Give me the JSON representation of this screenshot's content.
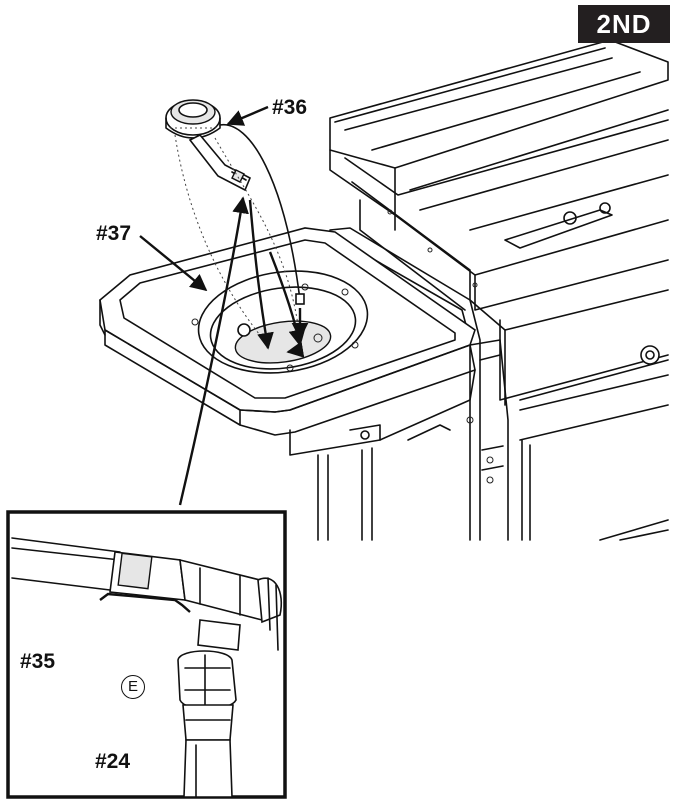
{
  "badge": {
    "text": "2ND"
  },
  "labels": {
    "part36": "#36",
    "part37": "#37",
    "part35": "#35",
    "part24": "#24",
    "partE": "E"
  }
}
